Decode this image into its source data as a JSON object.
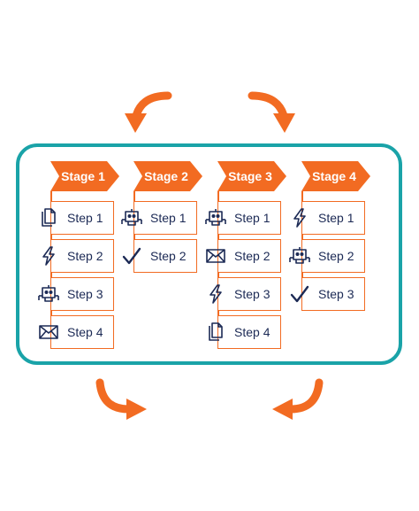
{
  "colors": {
    "frame": "#1aa3a8",
    "accent": "#f26b22",
    "text": "#1c2a55",
    "icon": "#1c2a55"
  },
  "stages": [
    {
      "label": "Stage 1",
      "steps": [
        {
          "label": "Step 1",
          "icon": "documents-icon"
        },
        {
          "label": "Step 2",
          "icon": "lightning-icon"
        },
        {
          "label": "Step 3",
          "icon": "robot-icon"
        },
        {
          "label": "Step 4",
          "icon": "envelope-icon"
        }
      ]
    },
    {
      "label": "Stage 2",
      "steps": [
        {
          "label": "Step 1",
          "icon": "robot-icon"
        },
        {
          "label": "Step 2",
          "icon": "checkmark-icon"
        }
      ]
    },
    {
      "label": "Stage 3",
      "steps": [
        {
          "label": "Step 1",
          "icon": "robot-icon"
        },
        {
          "label": "Step 2",
          "icon": "envelope-icon"
        },
        {
          "label": "Step 3",
          "icon": "lightning-icon"
        },
        {
          "label": "Step 4",
          "icon": "documents-icon"
        }
      ]
    },
    {
      "label": "Stage 4",
      "steps": [
        {
          "label": "Step 1",
          "icon": "lightning-icon"
        },
        {
          "label": "Step 2",
          "icon": "robot-icon"
        },
        {
          "label": "Step 3",
          "icon": "checkmark-icon"
        }
      ]
    }
  ],
  "cycle_arrows": [
    "curved-arrow-icon",
    "curved-arrow-icon",
    "curved-arrow-icon",
    "curved-arrow-icon"
  ]
}
